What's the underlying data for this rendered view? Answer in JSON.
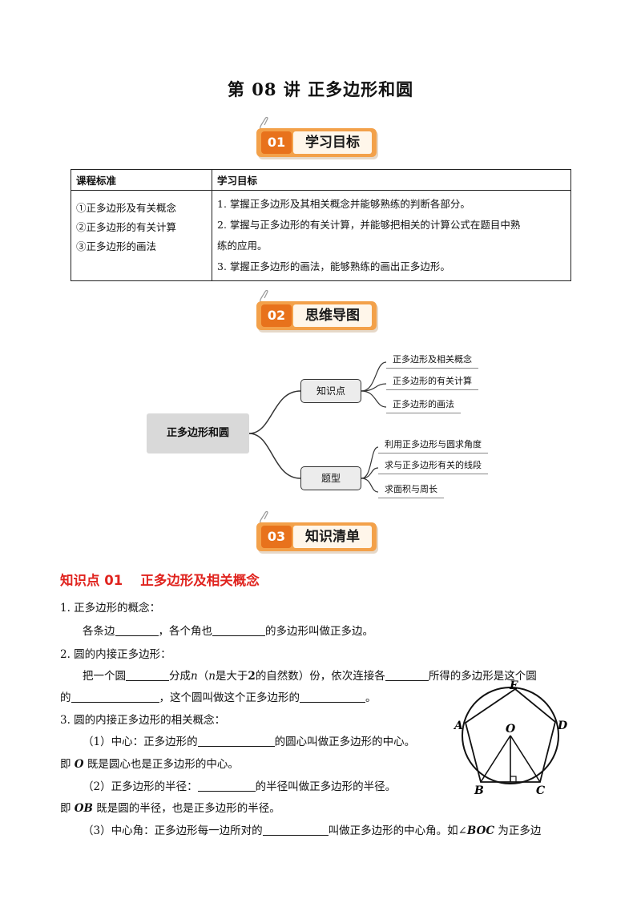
{
  "title": "第 08 讲  正多边形和圆",
  "banners": [
    {
      "num": "01",
      "label": "学习目标"
    },
    {
      "num": "02",
      "label": "思维导图"
    },
    {
      "num": "03",
      "label": "知识清单"
    }
  ],
  "goals_table": {
    "headers": [
      "课程标准",
      "学习目标"
    ],
    "standards": [
      "①正多边形及有关概念",
      "②正多边形的有关计算",
      "③正多边形的画法"
    ],
    "objectives": [
      "1. 掌握正多边形及其相关概念并能够熟练的判断各部分。",
      "2. 掌握与正多边形的有关计算，并能够把相关的计算公式在题目中熟",
      "练的应用。",
      "3. 掌握正多边形的画法，能够熟练的画出正多边形。"
    ]
  },
  "mindmap": {
    "center": "正多边形和圆",
    "branches": [
      {
        "label": "知识点",
        "leaves": [
          "正多边形及相关概念",
          "正多边形的有关计算",
          "正多边形的画法"
        ]
      },
      {
        "label": "题型",
        "leaves": [
          "利用正多边形与圆求角度",
          "求与正多边形有关的线段",
          "求面积与周长"
        ]
      }
    ]
  },
  "section": {
    "number": "知识点 01",
    "title": "正多边形及相关概念"
  },
  "content": {
    "l1": "1. 正多边形的概念：",
    "l2a": "各条边",
    "l2b": "，各个角也",
    "l2c": "的多边形叫做正多边。",
    "l3": "2. 圆的内接正多边形：",
    "l4a": "把一个圆",
    "l4b": "分成",
    "l4n": "n",
    "l4c": "（",
    "l4n2": "n",
    "l4d": "是大于",
    "l4two": "2",
    "l4e": "的自然数）份，依次连接各",
    "l4f": "所得的多边形是这个圆",
    "l5a": "的",
    "l5b": "，这个圆叫做这个正多边形的",
    "l5c": "。",
    "l6": "3. 圆的内接正多边形的相关概念：",
    "l7a": "（1）中心：正多边形的",
    "l7b": "的圆心叫做正多边形的中心。",
    "l8a": "即 ",
    "l8o": "O",
    "l8b": " 既是圆心也是正多边形的中心。",
    "l9a": "（2）正多边形的半径：",
    "l9b": "的半径叫做正多边形的半径。",
    "l10a": "即 ",
    "l10ob": "OB",
    "l10b": " 既是圆的半径，也是正多边形的半径。",
    "l11a": "（3）中心角：正多边形每一边所对的",
    "l11b": "叫做正多边形的中心角。如∠",
    "l11boc": "BOC",
    "l11c": " 为正多边"
  },
  "figure_labels": {
    "A": "A",
    "B": "B",
    "C": "C",
    "D": "D",
    "E": "E",
    "O": "O"
  }
}
